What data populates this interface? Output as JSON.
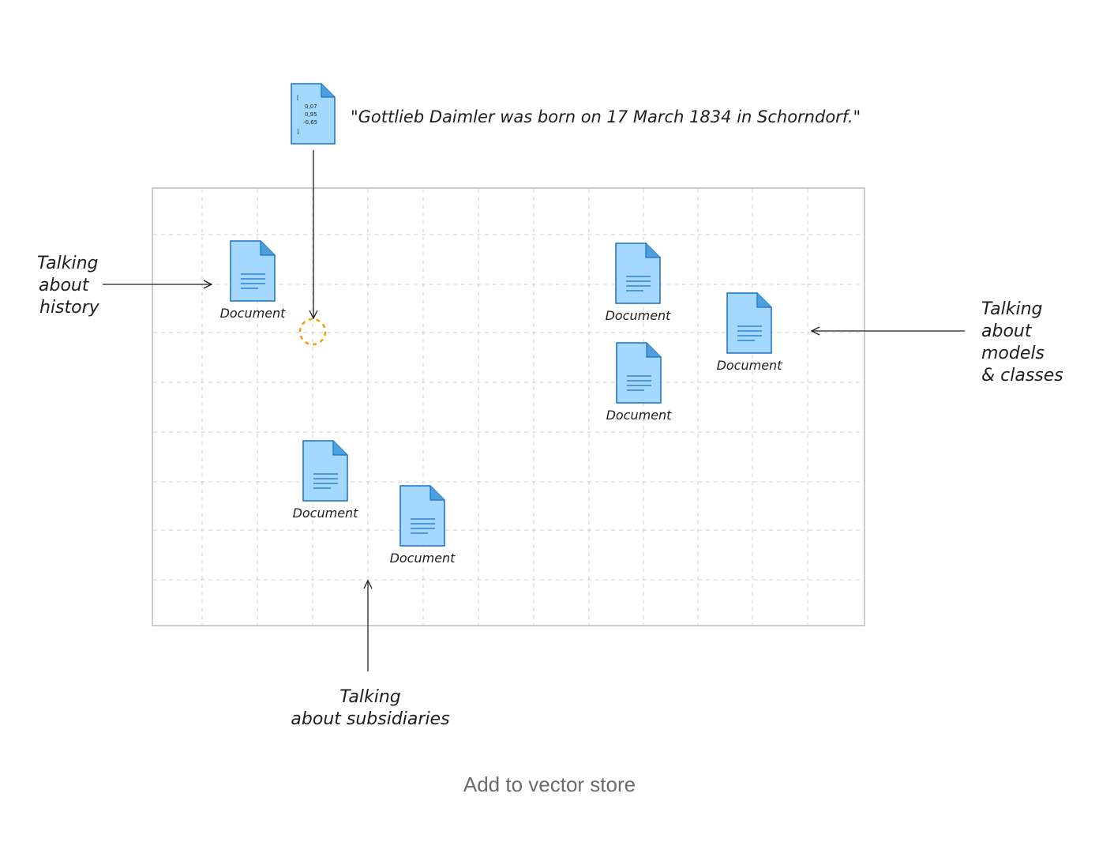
{
  "embedding_doc": {
    "vector": [
      "[",
      "0,07",
      "0,95",
      "-0,65",
      "]"
    ],
    "quote": "\"Gottlieb Daimler was born on 17 March 1834 in Schorndorf.\""
  },
  "documents": [
    {
      "label": "Document"
    },
    {
      "label": "Document"
    },
    {
      "label": "Document"
    },
    {
      "label": "Document"
    },
    {
      "label": "Document"
    },
    {
      "label": "Document"
    }
  ],
  "labels": {
    "history": [
      "Talking",
      "about",
      "history"
    ],
    "models": [
      "Talking",
      "about",
      "models",
      "& classes"
    ],
    "subsidiaries": [
      "Talking",
      "about subsidiaries"
    ]
  },
  "caption": "Add to vector store",
  "colors": {
    "doc_fill": "#a5d8ff",
    "doc_stroke": "#1971c2",
    "marker": "#f59f00",
    "grid": "#cfcfcf"
  }
}
